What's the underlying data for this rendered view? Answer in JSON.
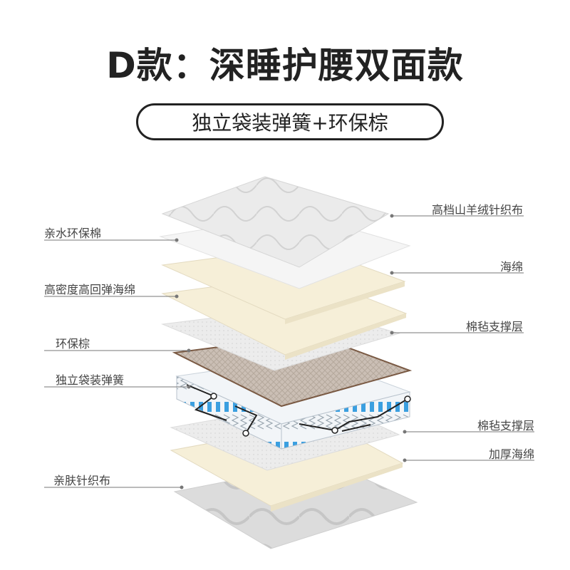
{
  "title": "D款：深睡护腰双面款",
  "subtitle": "独立袋装弹簧+环保棕",
  "colors": {
    "knit_top": "#e9e9e9",
    "foam": "#f6efd8",
    "felt": "#eaeaea",
    "palm": "#c8bcb2",
    "spring_blue": "#3b9fe0",
    "line": "#777777"
  },
  "labels_left": [
    {
      "text": "亲水环保棉"
    },
    {
      "text": "高密度高回弹海绵"
    },
    {
      "text": "环保棕"
    },
    {
      "text": "独立袋装弹簧"
    },
    {
      "text": "亲肤针织布"
    }
  ],
  "labels_right": [
    {
      "text": "高档山羊绒针织布"
    },
    {
      "text": "海绵"
    },
    {
      "text": "棉毡支撑层"
    },
    {
      "text": "棉毡支撑层"
    },
    {
      "text": "加厚海绵"
    }
  ]
}
